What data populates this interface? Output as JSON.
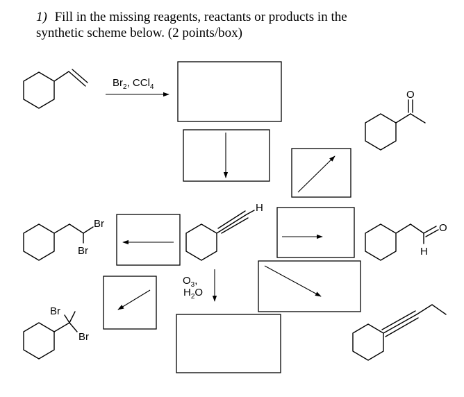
{
  "question": {
    "number": "1)",
    "line1": "Fill in the missing reagents, reactants or products in the",
    "line2": "synthetic scheme below. (2 points/box)"
  },
  "reagents": {
    "step1_main": "Br",
    "step1_sub": "2",
    "step1_rest": ", CCl",
    "step1_sub2": "4",
    "ozone_main": "O",
    "ozone_sub": "3",
    "ozone_comma": ",",
    "water_h": "H",
    "water_sub": "2",
    "water_o": "O"
  },
  "atoms": {
    "ketone_o": "O",
    "alkyne_h": "H",
    "aldehyde_o": "O",
    "aldehyde_h": "H",
    "vic_br_1": "Br",
    "vic_br_2": "Br",
    "gem_br_1": "Br",
    "gem_br_2": "Br"
  }
}
